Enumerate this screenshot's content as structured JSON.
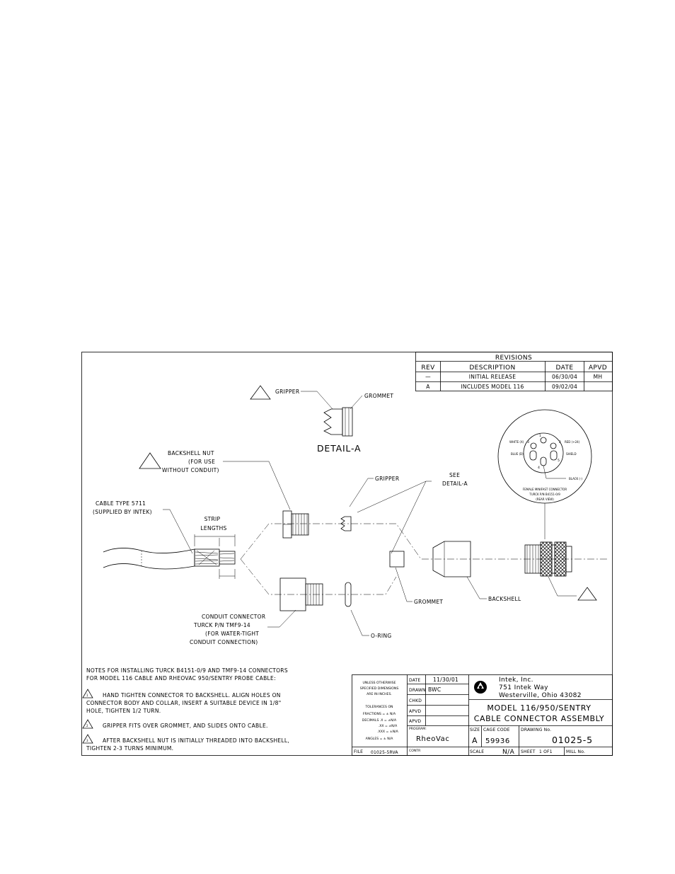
{
  "revisions": {
    "title": "REVISIONS",
    "headers": [
      "REV",
      "DESCRIPTION",
      "DATE",
      "APVD"
    ],
    "rows": [
      [
        "—",
        "INITIAL RELEASE",
        "06/30/04",
        "MH"
      ],
      [
        "A",
        "INCLUDES MODEL 116",
        "09/02/04",
        ""
      ]
    ]
  },
  "detail_a": {
    "title": "DETAIL-A",
    "gripper": "GRIPPER",
    "grommet": "GROMMET"
  },
  "labels": {
    "backshell_nut": [
      "BACKSHELL NUT",
      "(FOR USE",
      "WITHOUT CONDUIT)"
    ],
    "cable": [
      "CABLE   TYPE 5711",
      "(SUPPLIED BY INTEK)"
    ],
    "strip_lengths": [
      "STRIP",
      "LENGTHS"
    ],
    "gripper": "GRIPPER",
    "see_detail": [
      "SEE",
      "DETAIL-A"
    ],
    "grommet": "GROMMET",
    "backshell": "BACKSHELL",
    "conduit_connector": [
      "CONDUIT CONNECTOR",
      "TURCK P/N TMF9-14",
      "(FOR WATER-TIGHT",
      "CONDUIT CONNECTION)"
    ],
    "o_ring": "O-RING"
  },
  "connector_face": {
    "white": "WHITE (X)",
    "red": "RED (+24)",
    "blue": "BLUE (D)",
    "shield": "SHIELD",
    "black": "BLACK (-)",
    "pins": [
      "1",
      "2",
      "3",
      "4",
      "5"
    ],
    "caption": [
      "FEMALE MINIFAST CONNECTOR",
      "TURCK P/N B4151-0/9",
      "(REAR VIEW)"
    ]
  },
  "notes": {
    "heading": [
      "NOTES FOR INSTALLING TURCK B4151-0/9 AND TMF9-14 CONNECTORS",
      "FOR MODEL 116 CABLE AND RHEOVAC 950/SENTRY PROBE CABLE:"
    ],
    "items": [
      {
        "marker": "1",
        "lines": [
          "HAND TIGHTEN CONNECTOR TO BACKSHELL. ALIGN HOLES ON",
          "CONNECTOR BODY AND   COLLAR, INSERT A SUITABLE DEVICE IN 1/8\"",
          "HOLE, TIGHTEN 1/2 TURN."
        ]
      },
      {
        "marker": "2",
        "lines": [
          "GRIPPER FITS OVER GROMMET, AND SLIDES  ONTO CABLE."
        ]
      },
      {
        "marker": "3",
        "lines": [
          "AFTER BACKSHELL NUT IS INITIALLY THREADED INTO BACKSHELL,",
          "TIGHTEN 2-3 TURNS MINIMUM."
        ]
      }
    ]
  },
  "title_block": {
    "tolerance": [
      "UNLESS OTHERWISE",
      "SPECIFIED DIMENSIONS",
      "ARE IN INCHES.",
      "TOLERANCES ON",
      "FRACTIONS = ± N/A",
      "DECIMALS .X = ±N/A",
      ".XX = ±N/A",
      ".XXX = ±N/A",
      "ANGLES = ± N/A"
    ],
    "date_label": "DATE",
    "date_value": "11/30/01",
    "drawn_label": "DRAWN",
    "drawn_value": "BWC",
    "chkd_label": "CHKD",
    "apvd_label": "APVD",
    "apvd2_label": "APVD",
    "company": [
      "Intek, Inc.",
      "751 Intek Way",
      "Westerville, Ohio   43082"
    ],
    "drawing_title": [
      "MODEL 116/950/SENTRY",
      "CABLE CONNECTOR ASSEMBLY"
    ],
    "program_label": "PROGRAM:",
    "program_value": "RheoVac",
    "size_label": "SIZE",
    "size_value": "A",
    "cage_label": "CAGE CODE",
    "cage_value": "59936",
    "dwg_label": "DRAWING No.",
    "dwg_value": "01025-5",
    "file_label": "FILE",
    "file_value": "01025-5RVA",
    "contr_label": "CONTR",
    "scale_label": "SCALE",
    "scale_value": "N/A",
    "sheet_label": "SHEET",
    "sheet_value": "1 OF1",
    "mill_label": "MILL No."
  }
}
